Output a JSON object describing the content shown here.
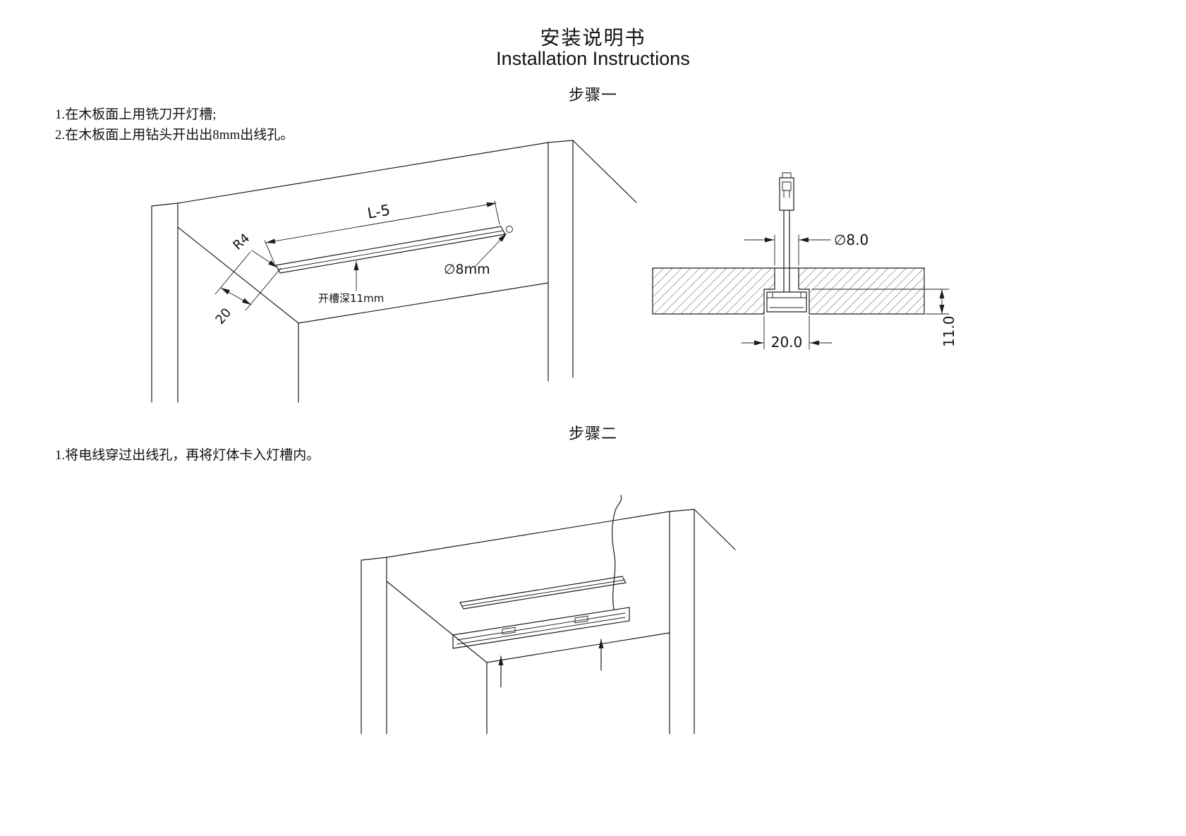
{
  "page": {
    "title_zh": "安装说明书",
    "title_en": "Installation Instructions",
    "ink_color": "#1c1c1c",
    "background_color": "#ffffff"
  },
  "step1": {
    "heading": "步骤一",
    "instruction_1": "1.在木板面上用铣刀开灯槽;",
    "instruction_2": "2.在木板面上用钻头开出出8mm出线孔。",
    "iso_view": {
      "slot_length_label": "L-5",
      "corner_radius_label": "R4",
      "hole_label": "∅8mm",
      "slot_depth_label": "开槽深11mm",
      "edge_offset_label": "20"
    },
    "section_view": {
      "hole_diameter_label": "∅8.0",
      "slot_width_label": "20.0",
      "slot_depth_label": "11.0"
    }
  },
  "step2": {
    "heading": "步骤二",
    "instruction_1": "1.将电线穿过出线孔，再将灯体卡入灯槽内。"
  }
}
